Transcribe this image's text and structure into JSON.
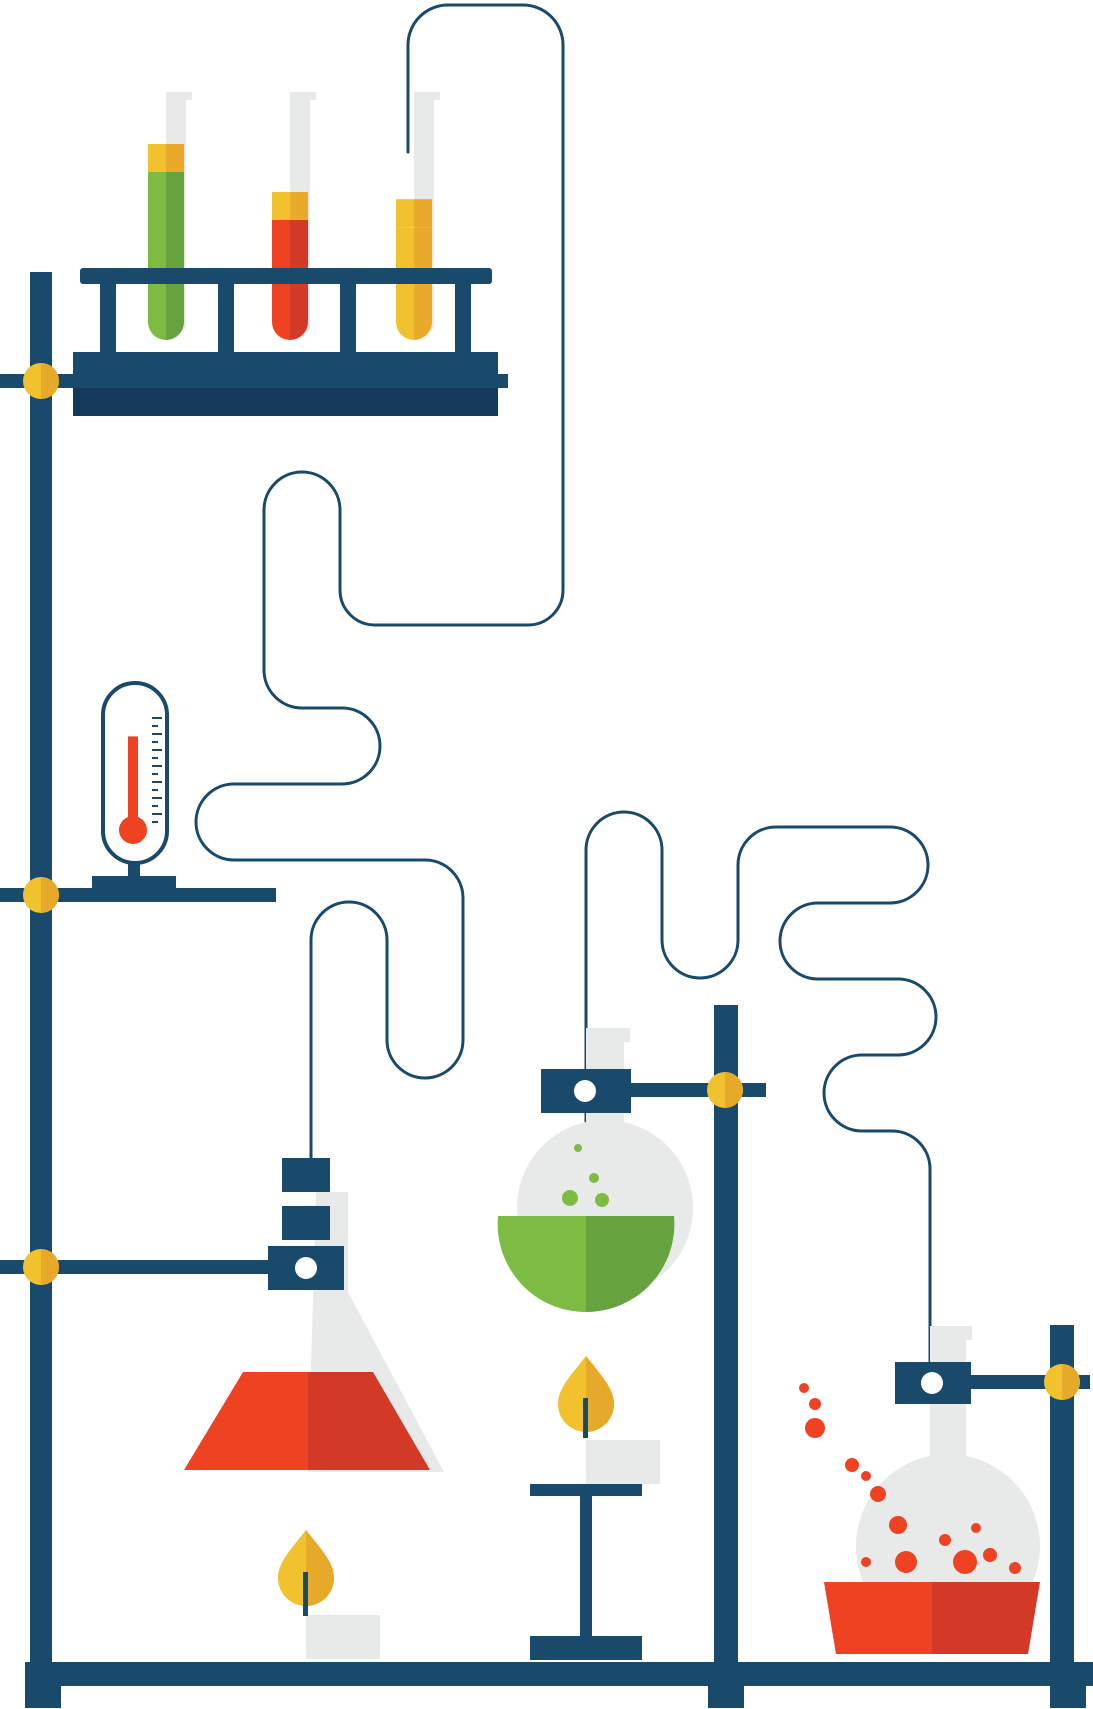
{
  "illustration": {
    "subject": "",
    "colors": {
      "frame": "#1a4a6b",
      "frame_dark": "#12385a",
      "tube": "#1a4a6b",
      "clamp_knob": "#f2c12e",
      "clamp_knob_shade": "#e6a92a",
      "glass": "#e8e9e9",
      "liquid_green": "#7dbb42",
      "liquid_green_dark": "#66a33f",
      "liquid_red": "#ef4223",
      "liquid_red_dark": "#d23a27",
      "liquid_yellow": "#f2c12e",
      "liquid_yellow_dark": "#e9a92b",
      "flame_yellow": "#f2c12e",
      "flame_dark": "#e6a92a",
      "background": "#ffffff"
    },
    "objects": {
      "test_tubes": [
        {
          "name": "test-tube-green",
          "liquid": "green",
          "level": 0.7
        },
        {
          "name": "test-tube-red",
          "liquid": "red",
          "level": 0.5
        },
        {
          "name": "test-tube-yellow",
          "liquid": "yellow",
          "level": 0.47
        }
      ],
      "thermometer": {
        "reading_level": 0.72
      },
      "flasks": [
        {
          "name": "erlenmeyer-flask",
          "liquid": "red",
          "level": 0.45
        },
        {
          "name": "round-flask-middle",
          "liquid": "green",
          "level": 0.5
        },
        {
          "name": "round-flask-right",
          "liquid": "red",
          "level": 0.35
        }
      ],
      "burners": [
        {
          "name": "burner-left",
          "lit": true
        },
        {
          "name": "burner-middle",
          "lit": true
        }
      ],
      "clamp_knob_count": 5
    }
  }
}
